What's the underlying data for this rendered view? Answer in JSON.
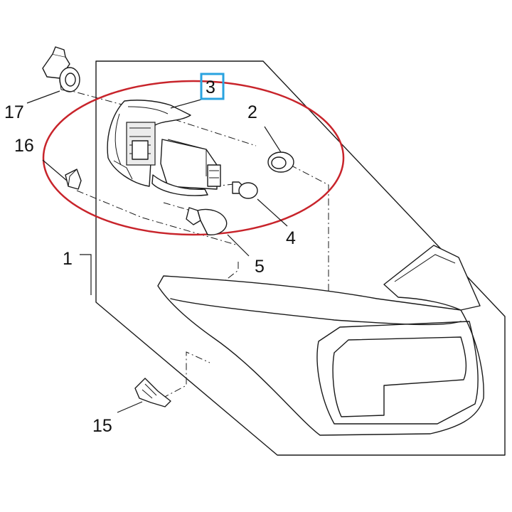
{
  "diagram": {
    "parts": [
      {
        "number": "1"
      },
      {
        "number": "2"
      },
      {
        "number": "3"
      },
      {
        "number": "4"
      },
      {
        "number": "5"
      },
      {
        "number": "15"
      },
      {
        "number": "16"
      },
      {
        "number": "17"
      }
    ],
    "highlighted_part": "3",
    "colors": {
      "highlight_ellipse": "#c8242b",
      "highlight_box": "#29a3e0",
      "line_art": "#1a1a1a",
      "background": "#ffffff"
    }
  }
}
